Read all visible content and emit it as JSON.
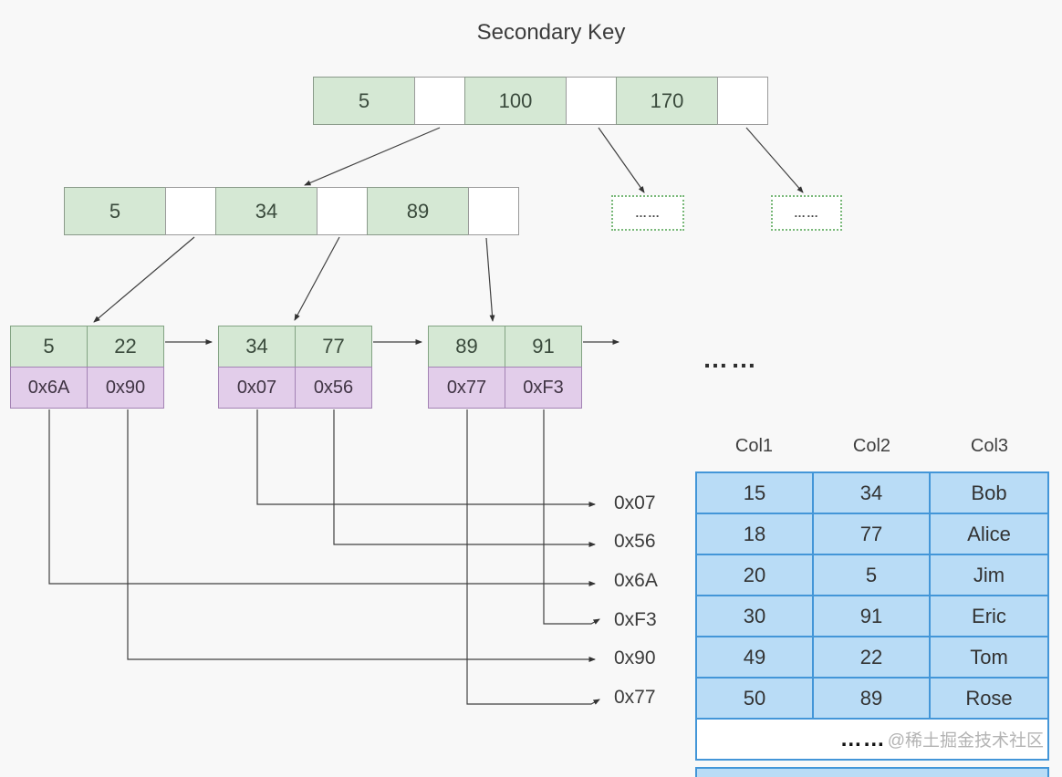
{
  "title": "Secondary Key",
  "colors": {
    "background": "#f8f8f8",
    "node_green_fill": "#d5e8d4",
    "pointer_purple_fill": "#e2cdea",
    "table_blue_fill": "#b9dcf6",
    "table_blue_border": "#4396d8",
    "dotted_box_border": "#79b879",
    "arrow_stroke": "#404040"
  },
  "root_node": {
    "cells": [
      "5",
      "",
      "100",
      "",
      "170",
      ""
    ]
  },
  "internal_node": {
    "cells": [
      "5",
      "",
      "34",
      "",
      "89",
      ""
    ]
  },
  "overflow_boxes": [
    {
      "label": "……"
    },
    {
      "label": "……"
    }
  ],
  "leaf_nodes": [
    {
      "keys": [
        "5",
        "22"
      ],
      "pointers": [
        "0x6A",
        "0x90"
      ]
    },
    {
      "keys": [
        "34",
        "77"
      ],
      "pointers": [
        "0x07",
        "0x56"
      ]
    },
    {
      "keys": [
        "89",
        "91"
      ],
      "pointers": [
        "0x77",
        "0xF3"
      ]
    }
  ],
  "leaf_ellipsis": "……",
  "pointer_labels": [
    "0x07",
    "0x56",
    "0x6A",
    "0xF3",
    "0x90",
    "0x77"
  ],
  "table": {
    "headers": [
      "Col1",
      "Col2",
      "Col3"
    ],
    "rows": [
      [
        "15",
        "34",
        "Bob"
      ],
      [
        "18",
        "77",
        "Alice"
      ],
      [
        "20",
        "5",
        "Jim"
      ],
      [
        "30",
        "91",
        "Eric"
      ],
      [
        "49",
        "22",
        "Tom"
      ],
      [
        "50",
        "89",
        "Rose"
      ]
    ],
    "ellipsis": "……",
    "watermark": "@稀土掘金技术社区"
  }
}
